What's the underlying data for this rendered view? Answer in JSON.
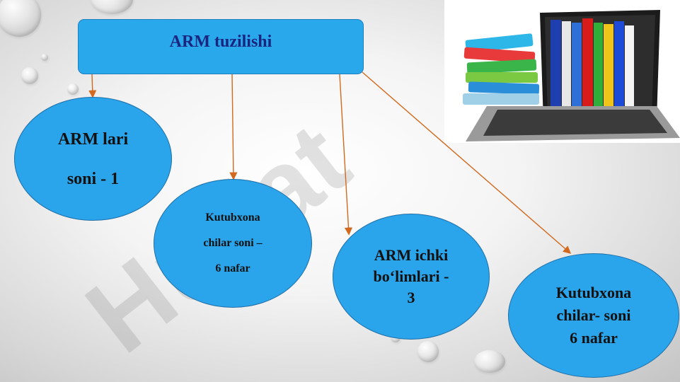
{
  "title": "ARM tuzilishi",
  "nodes": [
    {
      "lines": [
        "ARM lari",
        "soni - 1"
      ]
    },
    {
      "lines": [
        "Kutubxona",
        "chilar soni –",
        "6 nafar"
      ]
    },
    {
      "lines": [
        "ARM ichki",
        "bo‘limlari  -",
        "3"
      ]
    },
    {
      "lines": [
        "Kutubxona",
        "chilar- soni",
        "6 nafar"
      ]
    }
  ],
  "watermark": "Hujjat",
  "colors": {
    "box_fill": "#29a8ec",
    "node_fill": "#2aa4ea",
    "title_text": "#1a2580",
    "arrow": "#d2691e"
  },
  "illustration": "laptop-with-books"
}
